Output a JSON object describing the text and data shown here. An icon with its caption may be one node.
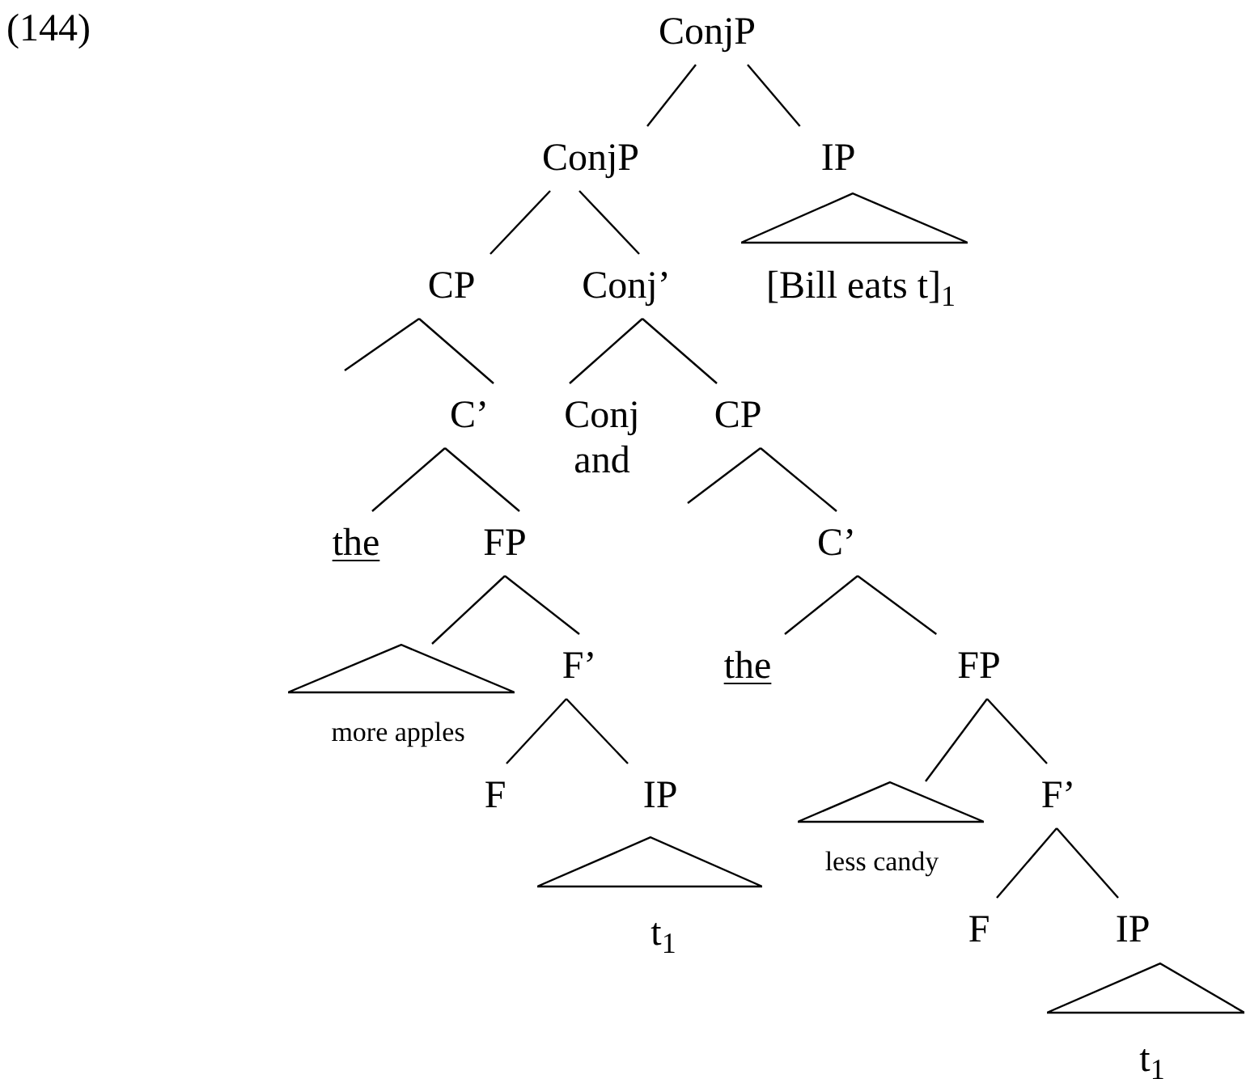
{
  "diagram": {
    "nodes": [
      {
        "text": [
          "ConjP"
        ]
      },
      {
        "text": [
          "ConjP"
        ]
      },
      {
        "text": [
          "IP"
        ]
      },
      {
        "text": [],
        "shape": "triangle"
      },
      {
        "text": [
          "[Bill eats t]$_{1}$"
        ]
      },
      {
        "text": [
          "CP"
        ]
      },
      {
        "text": [
          "Conj’"
        ]
      },
      {
        "text": [
          "C’"
        ]
      },
      {
        "text": [
          "Conj",
          "and"
        ]
      },
      {
        "text": [
          "CP"
        ]
      },
      {
        "text": [
          "the"
        ]
      },
      {
        "text": [
          "FP"
        ]
      },
      {
        "text": [
          "C’"
        ]
      },
      {
        "text": [],
        "shape": "triangle"
      },
      {
        "text": [
          "more apples"
        ]
      },
      {
        "text": [
          "F’"
        ]
      },
      {
        "text": [
          "the"
        ]
      },
      {
        "text": [
          "FP"
        ]
      },
      {
        "text": [
          "F"
        ]
      },
      {
        "text": [
          "IP"
        ]
      },
      {
        "text": [],
        "shape": "triangle"
      },
      {
        "text": [
          "less candy"
        ]
      },
      {
        "text": [
          "F’"
        ]
      },
      {
        "text": [],
        "shape": "triangle"
      },
      {
        "text": [
          "t$_{1}$"
        ]
      },
      {
        "text": [
          "F"
        ]
      },
      {
        "text": [
          "IP"
        ]
      },
      {
        "text": [],
        "shape": "triangle"
      },
      {
        "text": [
          "t$_{1}$"
        ]
      }
    ],
    "edges": [
      {
        "from": 0,
        "to": 1,
        "arrow": "none"
      },
      {
        "from": 0,
        "to": 2,
        "arrow": "none"
      },
      {
        "from": 1,
        "to": 5,
        "arrow": "none"
      },
      {
        "from": 1,
        "to": 6,
        "arrow": "none"
      },
      {
        "from": 5,
        "to": null,
        "arrow": "none"
      },
      {
        "from": 5,
        "to": 7,
        "arrow": "none"
      },
      {
        "from": 6,
        "to": 8,
        "arrow": "none"
      },
      {
        "from": 6,
        "to": 9,
        "arrow": "none"
      },
      {
        "from": 7,
        "to": 10,
        "arrow": "none"
      },
      {
        "from": 7,
        "to": 11,
        "arrow": "none"
      },
      {
        "from": 9,
        "to": null,
        "arrow": "none"
      },
      {
        "from": 9,
        "to": 12,
        "arrow": "none"
      },
      {
        "from": 11,
        "to": 13,
        "arrow": "none"
      },
      {
        "from": 11,
        "to": 15,
        "arrow": "none"
      },
      {
        "from": 12,
        "to": 16,
        "arrow": "none"
      },
      {
        "from": 12,
        "to": 17,
        "arrow": "none"
      },
      {
        "from": 15,
        "to": 18,
        "arrow": "none"
      },
      {
        "from": 15,
        "to": 19,
        "arrow": "none"
      },
      {
        "from": 17,
        "to": 20,
        "arrow": "none"
      },
      {
        "from": 17,
        "to": 22,
        "arrow": "none"
      },
      {
        "from": 22,
        "to": 25,
        "arrow": "none"
      },
      {
        "from": 22,
        "to": 26,
        "arrow": "none"
      }
    ],
    "labels": [
      "(144)"
    ]
  }
}
